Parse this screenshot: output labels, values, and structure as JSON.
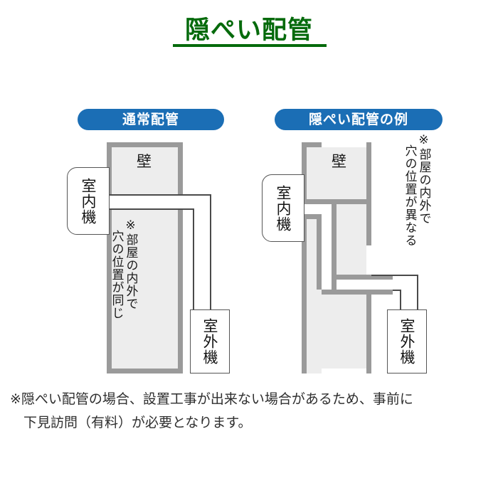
{
  "title": "隠ぺい配管",
  "colors": {
    "title_green": "#046A0B",
    "badge_blue": "#1B6EB5",
    "wall_border": "#9A9A9A",
    "wall_fill": "#EDEDED",
    "text_dark": "#2E2E2E"
  },
  "panels": {
    "normal": {
      "badge": "通常配管",
      "wall_label": "壁",
      "indoor_unit": "室内機",
      "outdoor_unit": "室外機",
      "note_line1": "※部屋の内外で",
      "note_line2": "穴の位置が同じ"
    },
    "concealed": {
      "badge": "隠ぺい配管の例",
      "wall_label": "壁",
      "indoor_unit": "室内機",
      "outdoor_unit": "室外機",
      "note_line1": "※部屋の内外で",
      "note_line2": "穴の位置が異なる"
    }
  },
  "footnote": {
    "line1": "※隠ぺい配管の場合、設置工事が出来ない場合があるため、事前に",
    "line2": "下見訪問（有料）が必要となります。"
  }
}
